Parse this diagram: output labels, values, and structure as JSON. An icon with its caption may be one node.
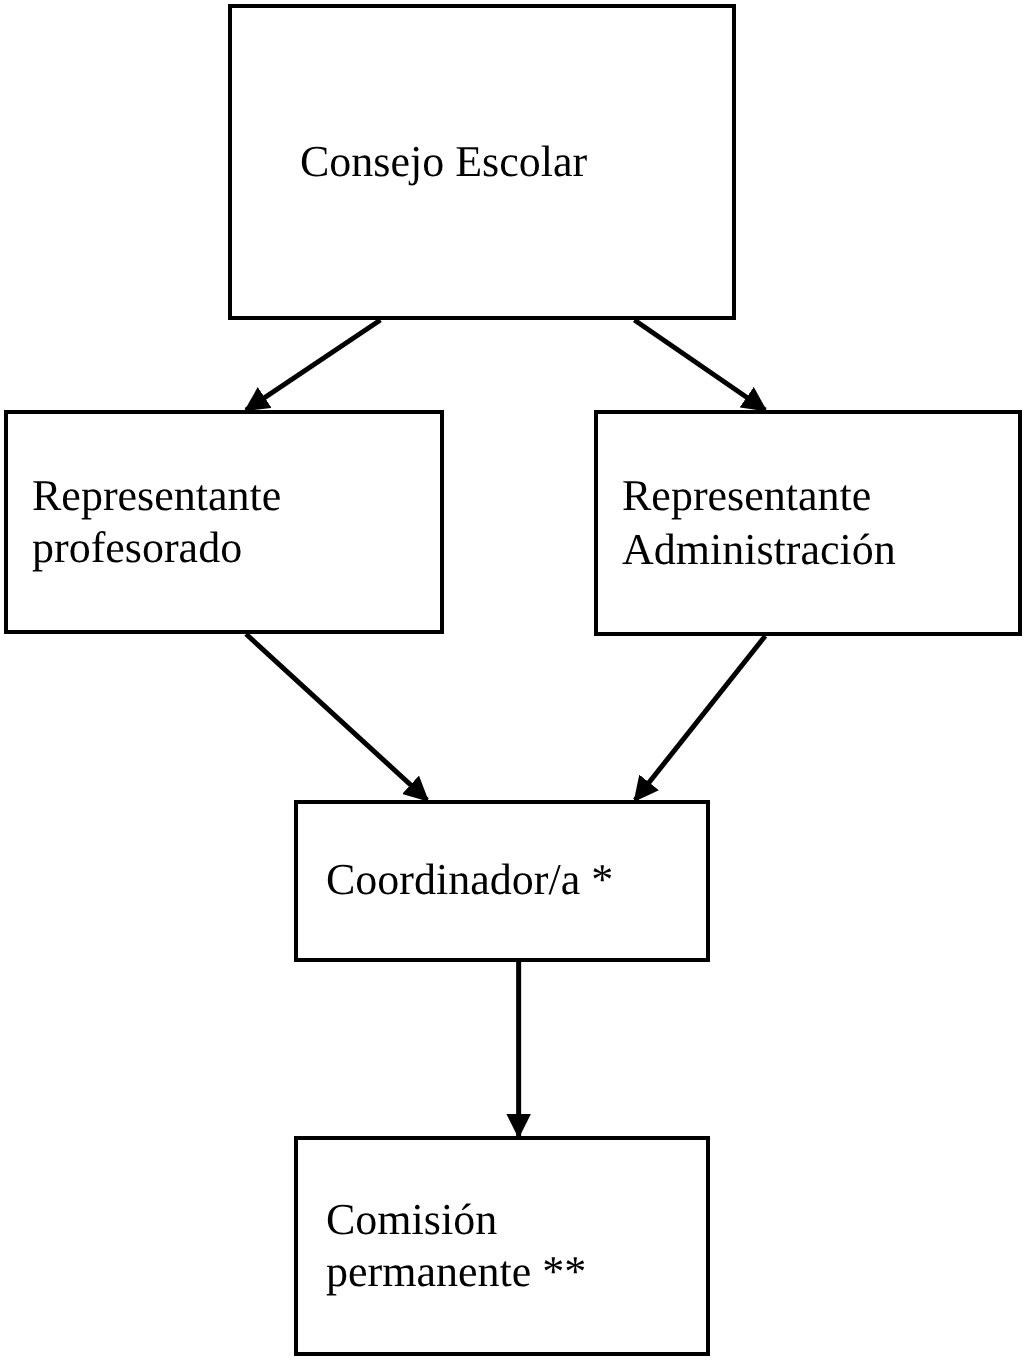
{
  "diagram": {
    "nodes": [
      {
        "text": [
          "Consejo Escolar"
        ]
      },
      {
        "text": [
          "Representante profesorado"
        ]
      },
      {
        "text": [
          "Representante Administración"
        ]
      },
      {
        "text": [
          "Coordinador/a *"
        ]
      },
      {
        "text": [
          "Comisión permanente **"
        ]
      }
    ],
    "edges": [
      {
        "from": 0,
        "to": 1,
        "arrow": "to"
      },
      {
        "from": 0,
        "to": 2,
        "arrow": "to"
      },
      {
        "from": 1,
        "to": 3,
        "arrow": "to"
      },
      {
        "from": 2,
        "to": 3,
        "arrow": "to"
      },
      {
        "from": 3,
        "to": 4,
        "arrow": "to"
      }
    ]
  }
}
